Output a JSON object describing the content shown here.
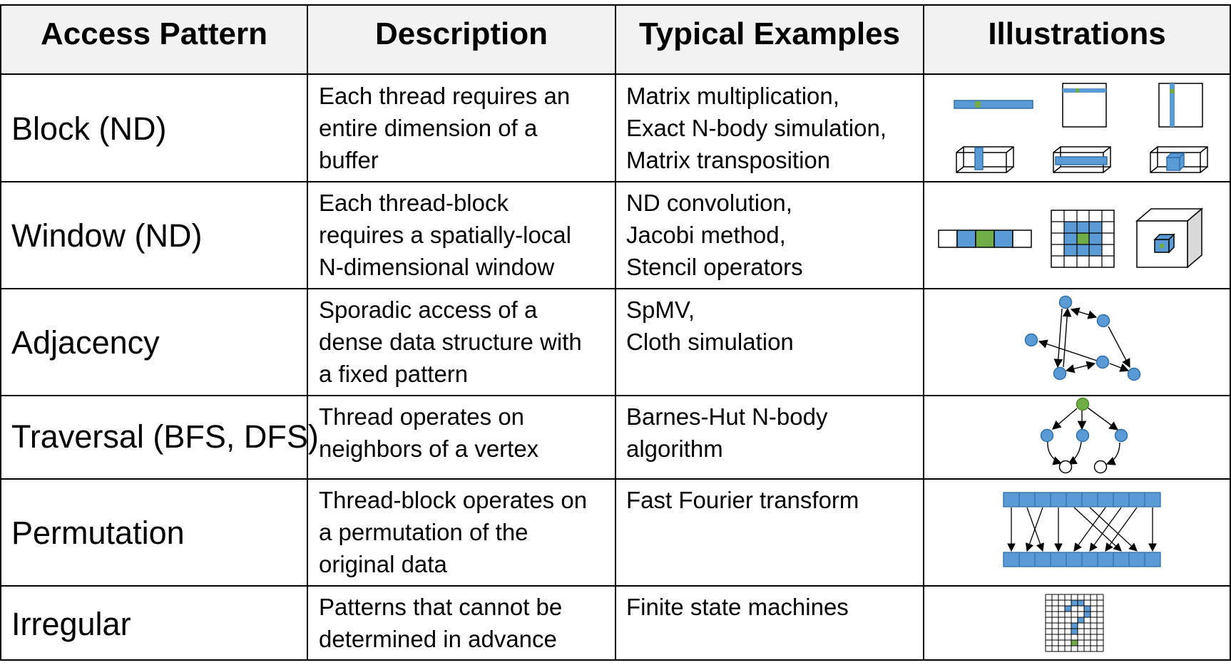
{
  "headers": [
    "Access Pattern",
    "Description",
    "Typical Examples",
    "Illustrations"
  ],
  "rows": [
    {
      "pattern": "Block (ND)",
      "description": [
        "Each thread requires an",
        "entire dimension of a",
        "buffer"
      ],
      "examples": [
        "Matrix multiplication,",
        "Exact N-body simulation,",
        "Matrix transposition"
      ],
      "illustration": "block-illustration"
    },
    {
      "pattern": "Window (ND)",
      "description": [
        "Each thread-block",
        "requires a spatially-local",
        "N-dimensional window"
      ],
      "examples": [
        "ND convolution,",
        "Jacobi method,",
        "Stencil operators"
      ],
      "illustration": "window-illustration"
    },
    {
      "pattern": "Adjacency",
      "description": [
        "Sporadic access of a",
        "dense data structure with",
        "a fixed pattern"
      ],
      "examples": [
        "SpMV,",
        "Cloth simulation"
      ],
      "illustration": "graph-illustration"
    },
    {
      "pattern": "Traversal (BFS, DFS)",
      "description": [
        "Thread operates on",
        "neighbors of a vertex"
      ],
      "examples": [
        "Barnes-Hut N-body",
        "algorithm"
      ],
      "illustration": "tree-illustration"
    },
    {
      "pattern": "Permutation",
      "description": [
        "Thread-block operates on",
        "a permutation of the",
        "original data"
      ],
      "examples": [
        "Fast Fourier transform"
      ],
      "illustration": "permutation-illustration"
    },
    {
      "pattern": "Irregular",
      "description": [
        "Patterns that cannot be",
        "determined in advance"
      ],
      "examples": [
        "Finite state machines"
      ],
      "illustration": "question-grid-illustration"
    }
  ],
  "colors": {
    "header_bg": "#f2f2f2",
    "blue": "#5b9bd5",
    "green": "#70ad47",
    "border": "#000000"
  }
}
